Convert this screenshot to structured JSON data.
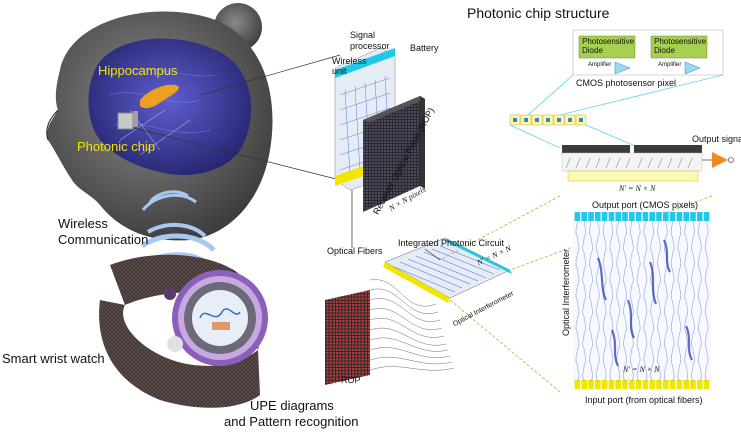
{
  "labels": {
    "title": "Photonic chip structure",
    "hippocampus": "Hippocampus",
    "photonic_chip": "Photonic chip",
    "wireless_comm_1": "Wireless",
    "wireless_comm_2": "Communication",
    "smart_watch": "Smart wrist watch",
    "upe_1": "UPE diagrams",
    "upe_2": "and Pattern recognition",
    "signal_processor_1": "Signal",
    "signal_processor_2": "processor",
    "battery": "Battery",
    "wireless_unit_1": "Wireless",
    "wireless_unit_2": "unit",
    "rop_full": "Receiver Optical Plane (ROP)",
    "rop_pixels": "N × N   pixels",
    "photosensitive_diode_1": "Photosensitive",
    "photosensitive_diode_2": "Diode",
    "amplifier": "Amplifier",
    "cmos_pixel": "CMOS photosensor pixel",
    "output_signal": "Output signal",
    "n_prime_1": "N' = N × N",
    "output_port": "Output port (CMOS pixels)",
    "integrated_circuit": "Integrated Photonic Circuit",
    "n_prime_2": "N' = N × N",
    "optical_fibers": "Optical Fibers",
    "optical_interferometer_small": "Optical Interferometer",
    "optical_interferometer": "Optical Interferometer",
    "n_prime_3": "N' = N × N",
    "input_port": "Input port (from optical fibers)",
    "rop_short": "ROP"
  },
  "colors": {
    "head": "#5a5a5a",
    "brain": "#3a3aa8",
    "hippo": "#f0a020",
    "accent_yellow": "#f2e600",
    "cyan_port": "#22c8e8",
    "yellow_port": "#f2e600",
    "waveguide": "#3c5fc8",
    "watch_purple": "#a070c8",
    "watch_band": "#5a4a48",
    "rop_red": "#c03030",
    "amp_orange": "#f08a20",
    "diode_green": "#a8d050"
  }
}
